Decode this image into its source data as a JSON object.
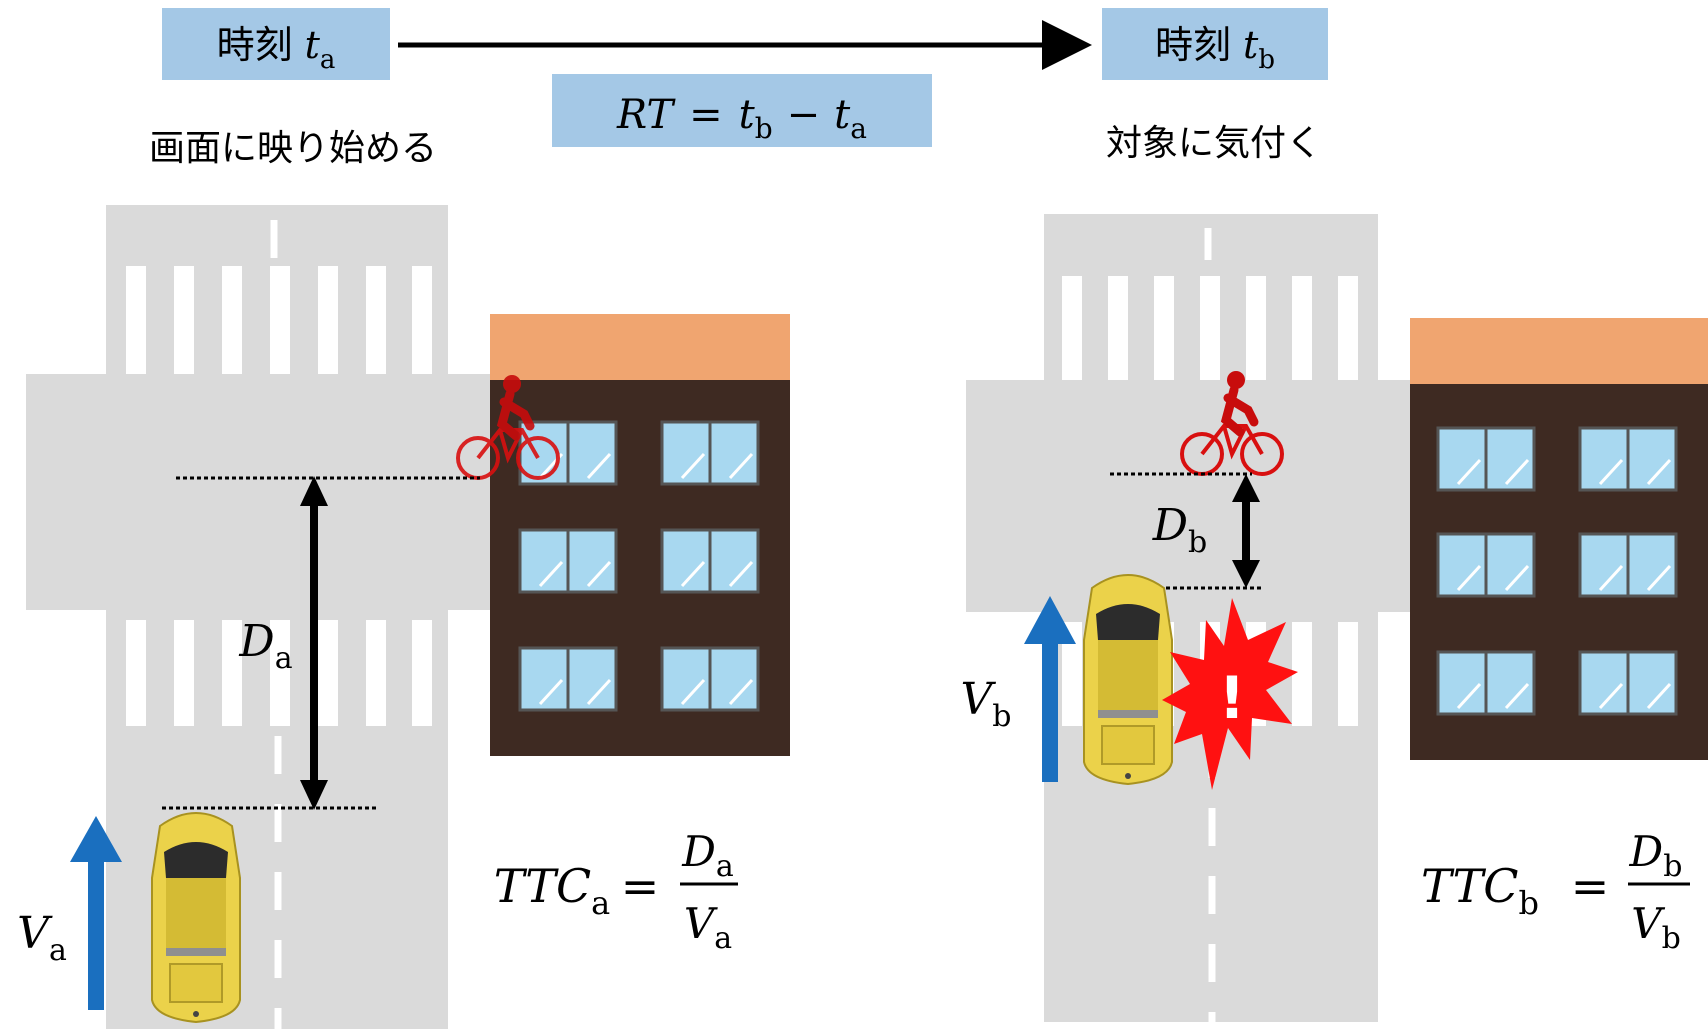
{
  "time_a": {
    "prefix": "時刻",
    "var": "t",
    "sub": "a"
  },
  "time_b": {
    "prefix": "時刻",
    "var": "t",
    "sub": "b"
  },
  "rt_formula": {
    "lhs": "RT",
    "eq": "=",
    "t": "t",
    "sub_b": "b",
    "minus": "−",
    "sub_a": "a"
  },
  "caption_a": "画面に映り始める",
  "caption_b": "対象に気付く",
  "distance_a": {
    "var": "D",
    "sub": "a"
  },
  "distance_b": {
    "var": "D",
    "sub": "b"
  },
  "speed_a": {
    "var": "V",
    "sub": "a"
  },
  "speed_b": {
    "var": "V",
    "sub": "b"
  },
  "ttc_a": {
    "var": "TTC",
    "sub": "a",
    "eq": "=",
    "num_var": "D",
    "num_sub": "a",
    "den_var": "V",
    "den_sub": "a"
  },
  "ttc_b": {
    "var": "TTC",
    "sub": "b",
    "eq": "=",
    "num_var": "D",
    "num_sub": "b",
    "den_var": "V",
    "den_sub": "b"
  },
  "alert_symbol": "!",
  "colors": {
    "label_box": "#a4c8e6",
    "road": "#dadada",
    "building": "#3e2a22",
    "roof": "#f0a570",
    "window": "#a8d8f0",
    "speed_arrow": "#1a6fbf",
    "bicycle": "#d81010",
    "car": "#ebd24a",
    "alert": "#ff1111"
  }
}
